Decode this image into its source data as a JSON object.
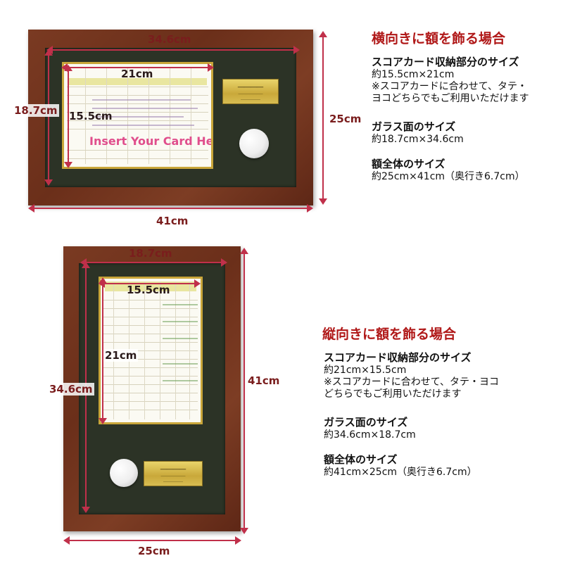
{
  "landscape": {
    "heading": "横向きに額を飾る場合",
    "dims": {
      "glass_width": "34.6cm",
      "card_width": "21cm",
      "glass_height": "18.7cm",
      "card_height": "15.5cm",
      "frame_height": "25cm",
      "frame_width": "41cm"
    },
    "card_placeholder": "Insert Your Card Here",
    "specs": [
      {
        "title": "スコアカード収納部分のサイズ",
        "lines": [
          "約15.5cm×21cm",
          "※スコアカードに合わせて、タテ・",
          "ヨコどちらでもご利用いただけます"
        ]
      },
      {
        "title": "ガラス面のサイズ",
        "lines": [
          "約18.7cm×34.6cm"
        ]
      },
      {
        "title": "額全体のサイズ",
        "lines": [
          "約25cm×41cm（奥行き6.7cm）"
        ]
      }
    ]
  },
  "portrait": {
    "heading": "縦向きに額を飾る場合",
    "dims": {
      "glass_width": "18.7cm",
      "card_width": "15.5cm",
      "card_height": "21cm",
      "glass_height": "34.6cm",
      "frame_height": "41cm",
      "frame_width": "25cm"
    },
    "specs": [
      {
        "title": "スコアカード収納部分のサイズ",
        "lines": [
          "約21cm×15.5cm",
          "※スコアカードに合わせて、タテ・ヨコ",
          "どちらでもご利用いただけます"
        ]
      },
      {
        "title": "ガラス面のサイズ",
        "lines": [
          "約34.6cm×18.7cm"
        ]
      },
      {
        "title": "額全体のサイズ",
        "lines": [
          "約41cm×25cm（奥行き6.7cm）"
        ]
      }
    ]
  },
  "colors": {
    "frame": "#6b2f1a",
    "mat": "#2c3326",
    "arrow": "#c0304a",
    "heading": "#b01818",
    "plate_gold": "#d8bd52"
  }
}
